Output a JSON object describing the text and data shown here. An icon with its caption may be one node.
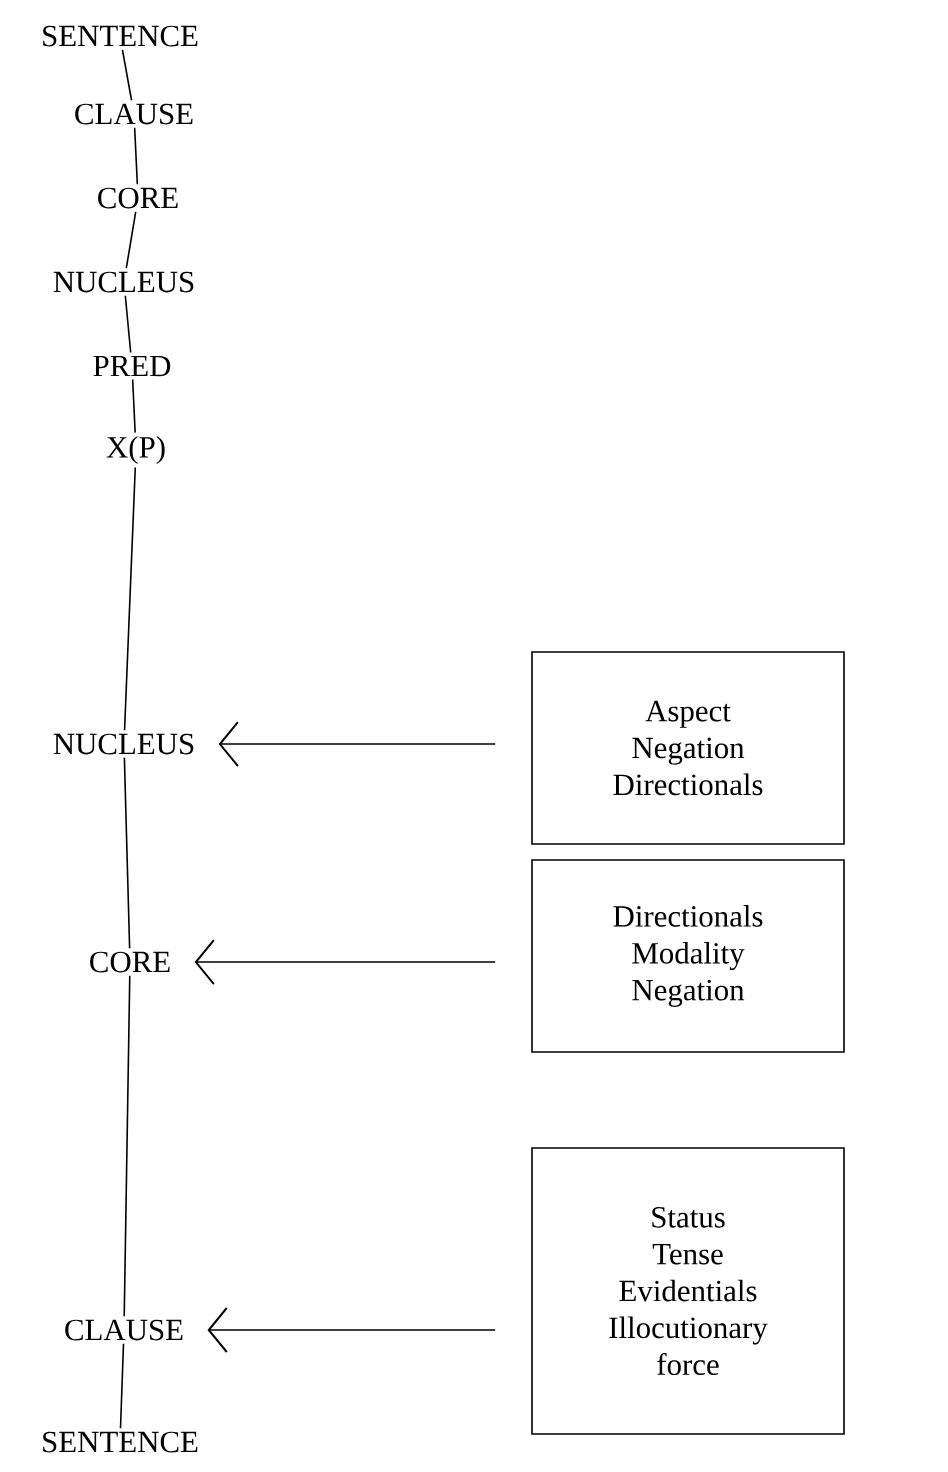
{
  "diagram": {
    "nodes": [
      {
        "text": [
          "SENTENCE"
        ]
      },
      {
        "text": [
          "CLAUSE"
        ]
      },
      {
        "text": [
          "CORE"
        ]
      },
      {
        "text": [
          "NUCLEUS"
        ]
      },
      {
        "text": [
          "PRED"
        ]
      },
      {
        "text": [
          "X(P)"
        ]
      },
      {
        "text": [
          "NUCLEUS"
        ]
      },
      {
        "text": [
          "CORE"
        ]
      },
      {
        "text": [
          "CLAUSE"
        ]
      },
      {
        "text": [
          "SENTENCE"
        ]
      },
      {
        "text": [
          "Aspect",
          "Negation",
          "Directionals"
        ]
      },
      {
        "text": [
          "Directionals",
          "Modality",
          "Negation"
        ]
      },
      {
        "text": [
          "Status",
          "Tense",
          "Evidentials",
          "Illocutionary force"
        ]
      }
    ],
    "edges": [
      {
        "from": 0,
        "to": 1,
        "arrow": "none"
      },
      {
        "from": 1,
        "to": 2,
        "arrow": "none"
      },
      {
        "from": 2,
        "to": 3,
        "arrow": "none"
      },
      {
        "from": 3,
        "to": 4,
        "arrow": "none"
      },
      {
        "from": 4,
        "to": 5,
        "arrow": "none"
      },
      {
        "from": 5,
        "to": 6,
        "arrow": "none"
      },
      {
        "from": 6,
        "to": 7,
        "arrow": "none"
      },
      {
        "from": 7,
        "to": 8,
        "arrow": "none"
      },
      {
        "from": 8,
        "to": 9,
        "arrow": "none"
      },
      {
        "from": 10,
        "to": 6,
        "arrow": "to"
      },
      {
        "from": 11,
        "to": 7,
        "arrow": "to"
      },
      {
        "from": 12,
        "to": 8,
        "arrow": "to"
      }
    ]
  }
}
